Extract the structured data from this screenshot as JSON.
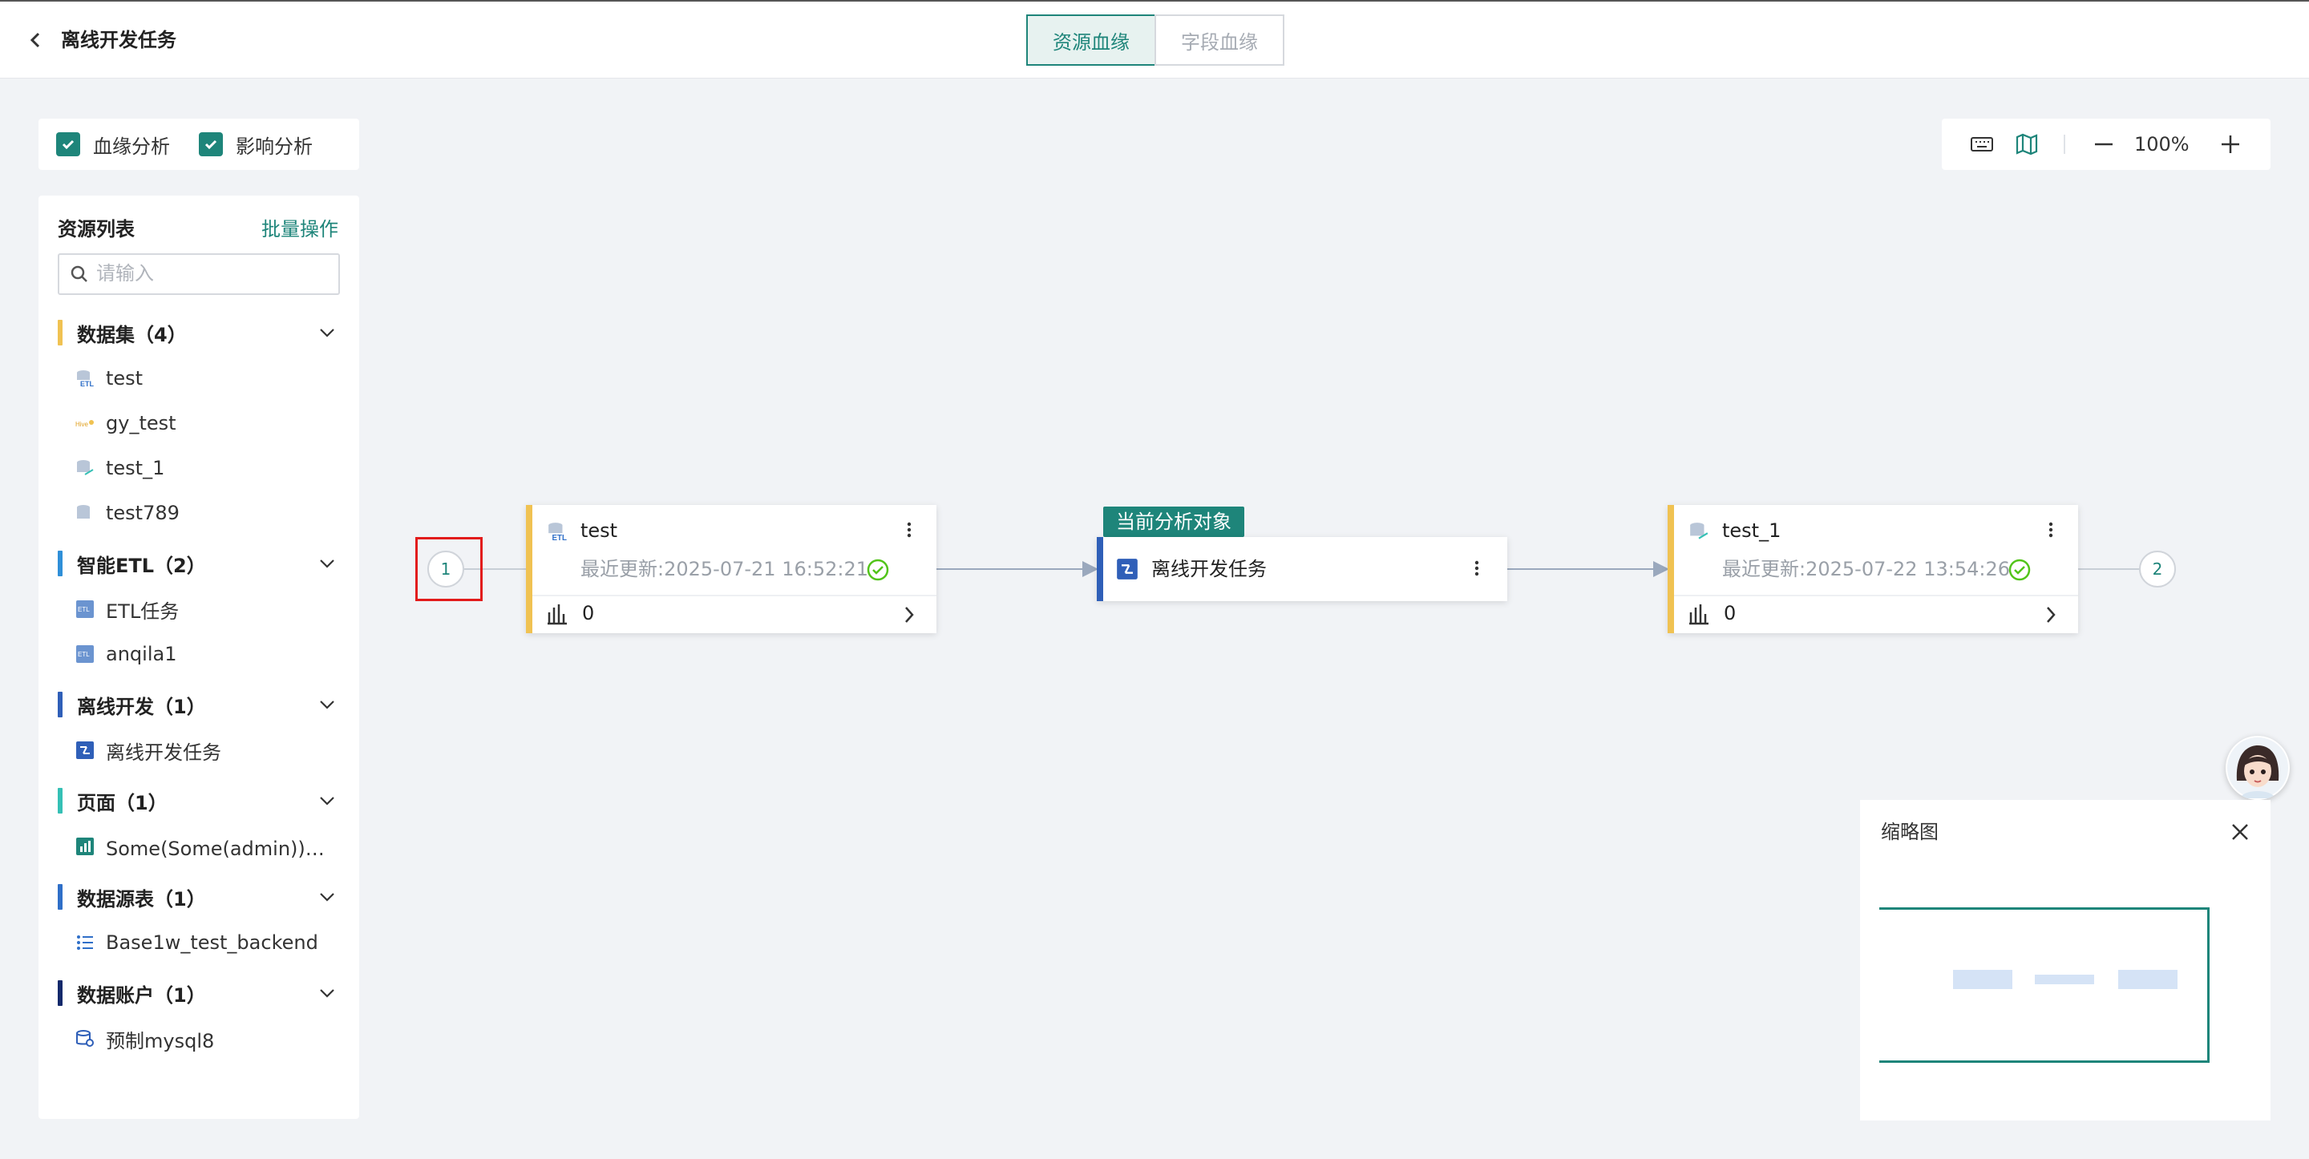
{
  "header": {
    "back_icon": "chevron-left-icon",
    "title": "离线开发任务",
    "tabs": [
      {
        "label": "资源血缘",
        "active": true
      },
      {
        "label": "字段血缘",
        "active": false
      }
    ]
  },
  "analysis": {
    "items": [
      {
        "label": "血缘分析",
        "checked": true
      },
      {
        "label": "影响分析",
        "checked": true
      }
    ]
  },
  "sidebar": {
    "title": "资源列表",
    "batch_label": "批量操作",
    "search_placeholder": "请输入",
    "groups": [
      {
        "title": "数据集（4）",
        "color": "#f0c252",
        "items": [
          "test",
          "gy_test",
          "test_1",
          "test789"
        ]
      },
      {
        "title": "智能ETL（2）",
        "color": "#2f8fd8",
        "items": [
          "ETL任务",
          "anqila1"
        ]
      },
      {
        "title": "离线开发（1）",
        "color": "#2f5fb8",
        "items": [
          "离线开发任务"
        ]
      },
      {
        "title": "页面（1）",
        "color": "#35c0b5",
        "items": [
          "Some(Some(admin))的..."
        ]
      },
      {
        "title": "数据源表（1）",
        "color": "#2f6fc8",
        "items": [
          "Base1w_test_backend"
        ]
      },
      {
        "title": "数据账户（1）",
        "color": "#13296b",
        "items": [
          "预制mysql8"
        ]
      }
    ]
  },
  "toolbar": {
    "icons": [
      "keyboard-icon",
      "map-icon",
      "zoom-out-icon",
      "zoom-in-icon"
    ],
    "zoom": "100%"
  },
  "graph": {
    "left_count": "1",
    "right_count": "2",
    "current_label": "当前分析对象",
    "nodes": [
      {
        "name": "test",
        "updated": "最近更新:2025-07-21 16:52:21",
        "count": "0",
        "color": "#f0c252"
      },
      {
        "name": "离线开发任务",
        "color": "#2f5fb8"
      },
      {
        "name": "test_1",
        "updated": "最近更新:2025-07-22 13:54:26",
        "count": "0",
        "color": "#f0c252"
      }
    ]
  },
  "minimap": {
    "title": "缩略图"
  },
  "colors": {
    "accent": "#1e857a",
    "success": "#52c41a"
  }
}
